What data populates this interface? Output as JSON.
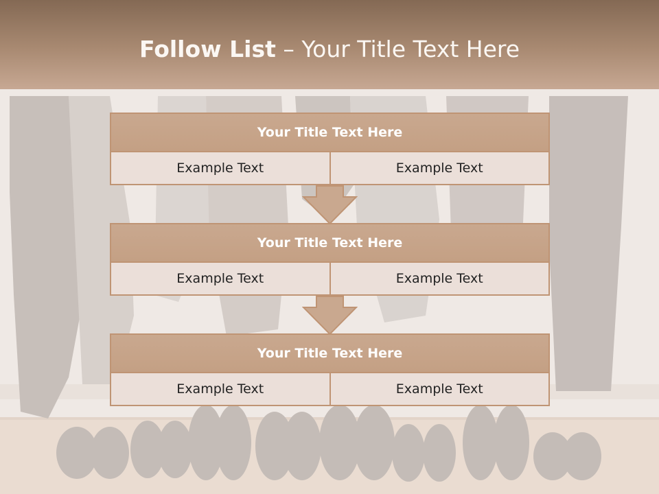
{
  "slide": {
    "title_bold": "Follow List",
    "title_rest": " – Your Title Text Here"
  },
  "theme": {
    "header_color": "#a98a72",
    "block_title_color": "#c5a186",
    "block_cell_color": "#ebdfd9",
    "border_color": "#bf9474"
  },
  "blocks": [
    {
      "title": "Your Title Text Here",
      "cells": [
        "Example Text",
        "Example Text"
      ]
    },
    {
      "title": "Your Title Text Here",
      "cells": [
        "Example Text",
        "Example Text"
      ]
    },
    {
      "title": "Your Title Text Here",
      "cells": [
        "Example Text",
        "Example Text"
      ]
    }
  ]
}
